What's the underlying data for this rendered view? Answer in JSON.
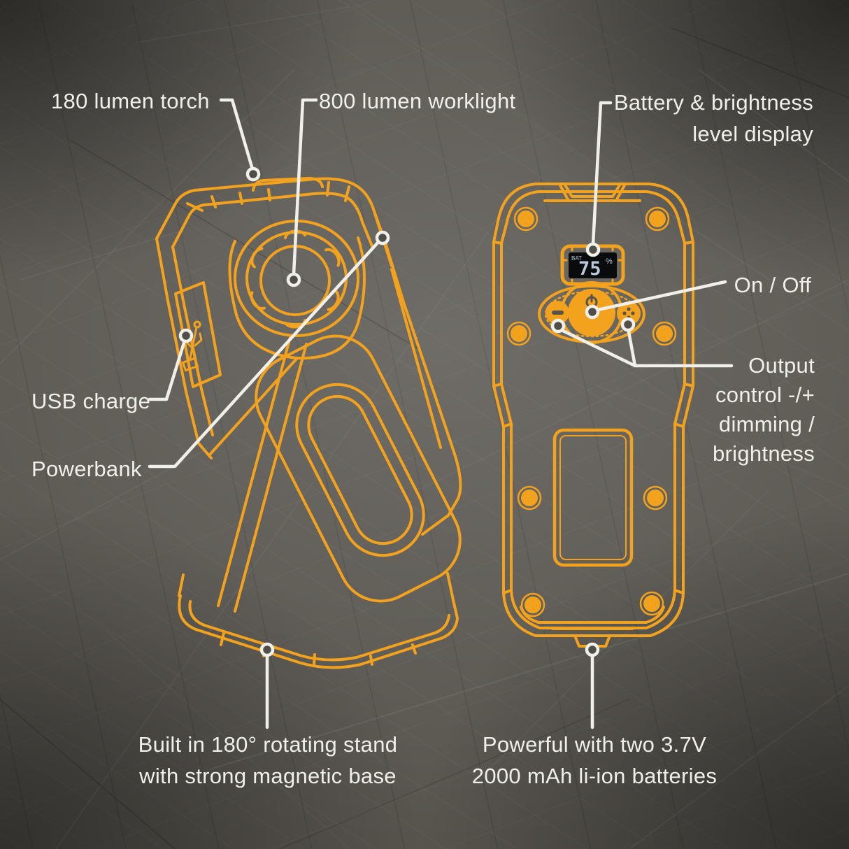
{
  "title": "Rechargeable worklight features diagram",
  "colors": {
    "accent_orange": "#f3a21e",
    "label_white": "#f1efe9",
    "background_gray": "#56534d",
    "lcd_screen": "#0a0b0d",
    "lcd_digits": "#b9c9da"
  },
  "callouts": {
    "torch": {
      "text": "180 lumen torch"
    },
    "worklight": {
      "text": "800 lumen worklight"
    },
    "battery_display": {
      "line1": "Battery & brightness",
      "line2": "level display"
    },
    "on_off": {
      "text": "On / Off"
    },
    "output": {
      "line1": "Output",
      "line2": "control -/+",
      "line3": "dimming /",
      "line4": "brightness"
    },
    "usb": {
      "text": "USB charge"
    },
    "powerbank": {
      "text": "Powerbank"
    },
    "stand": {
      "line1": "Built in 180° rotating stand",
      "line2": "with strong magnetic base"
    },
    "batteries": {
      "line1": "Powerful with two 3.7V",
      "line2": "2000 mAh li-ion batteries"
    }
  },
  "display": {
    "bat": "BAT",
    "value": "75",
    "percent": "%"
  }
}
